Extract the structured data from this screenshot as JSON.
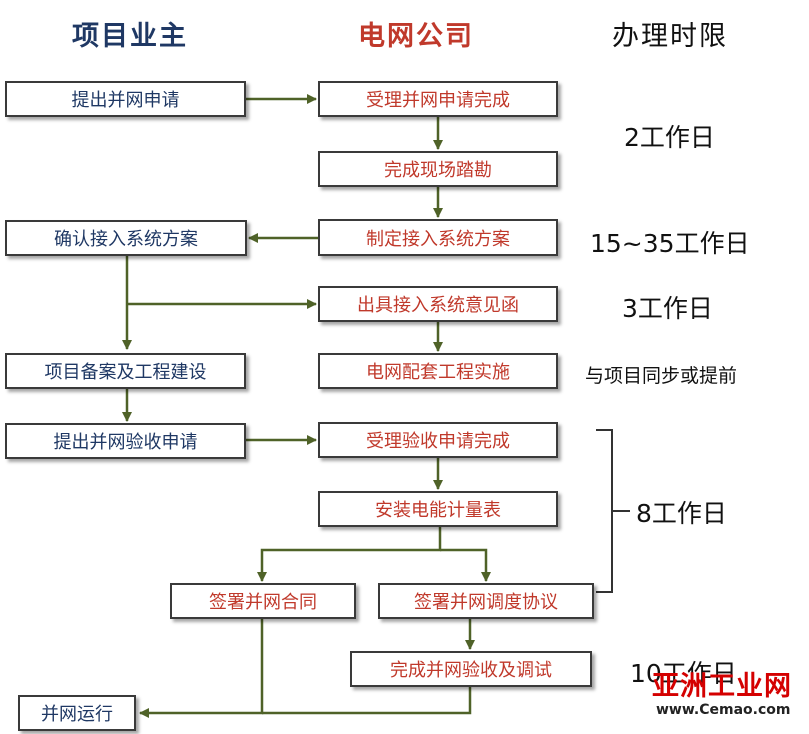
{
  "headers": {
    "owner": "项目业主",
    "grid_company": "电网公司",
    "time_limit": "办理时限"
  },
  "owner_steps": {
    "apply": "提出并网申请",
    "confirm_plan": "确认接入系统方案",
    "filing_construction": "项目备案及工程建设",
    "acceptance_apply": "提出并网验收申请",
    "sign_contract": "签署并网合同",
    "grid_operation": "并网运行"
  },
  "grid_steps": {
    "accept_apply": "受理并网申请完成",
    "site_survey": "完成现场踏勘",
    "make_plan": "制定接入系统方案",
    "issue_opinion": "出具接入系统意见函",
    "supporting_project": "电网配套工程实施",
    "accept_acceptance": "受理验收申请完成",
    "install_meter": "安装电能计量表",
    "sign_dispatch": "签署并网调度协议",
    "finish_acceptance": "完成并网验收及调试"
  },
  "time_limits": {
    "t1": "2工作日",
    "t2": "15~35工作日",
    "t3": "3工作日",
    "t4": "与项目同步或提前",
    "t5": "8工作日",
    "t6": "10工作日"
  },
  "colors": {
    "arrow": "#4f6228",
    "owner_text": "#1f3864",
    "grid_text": "#c0392b"
  },
  "watermark": {
    "logo_text": "亚洲工业网",
    "url": "www.Cemao.com"
  }
}
